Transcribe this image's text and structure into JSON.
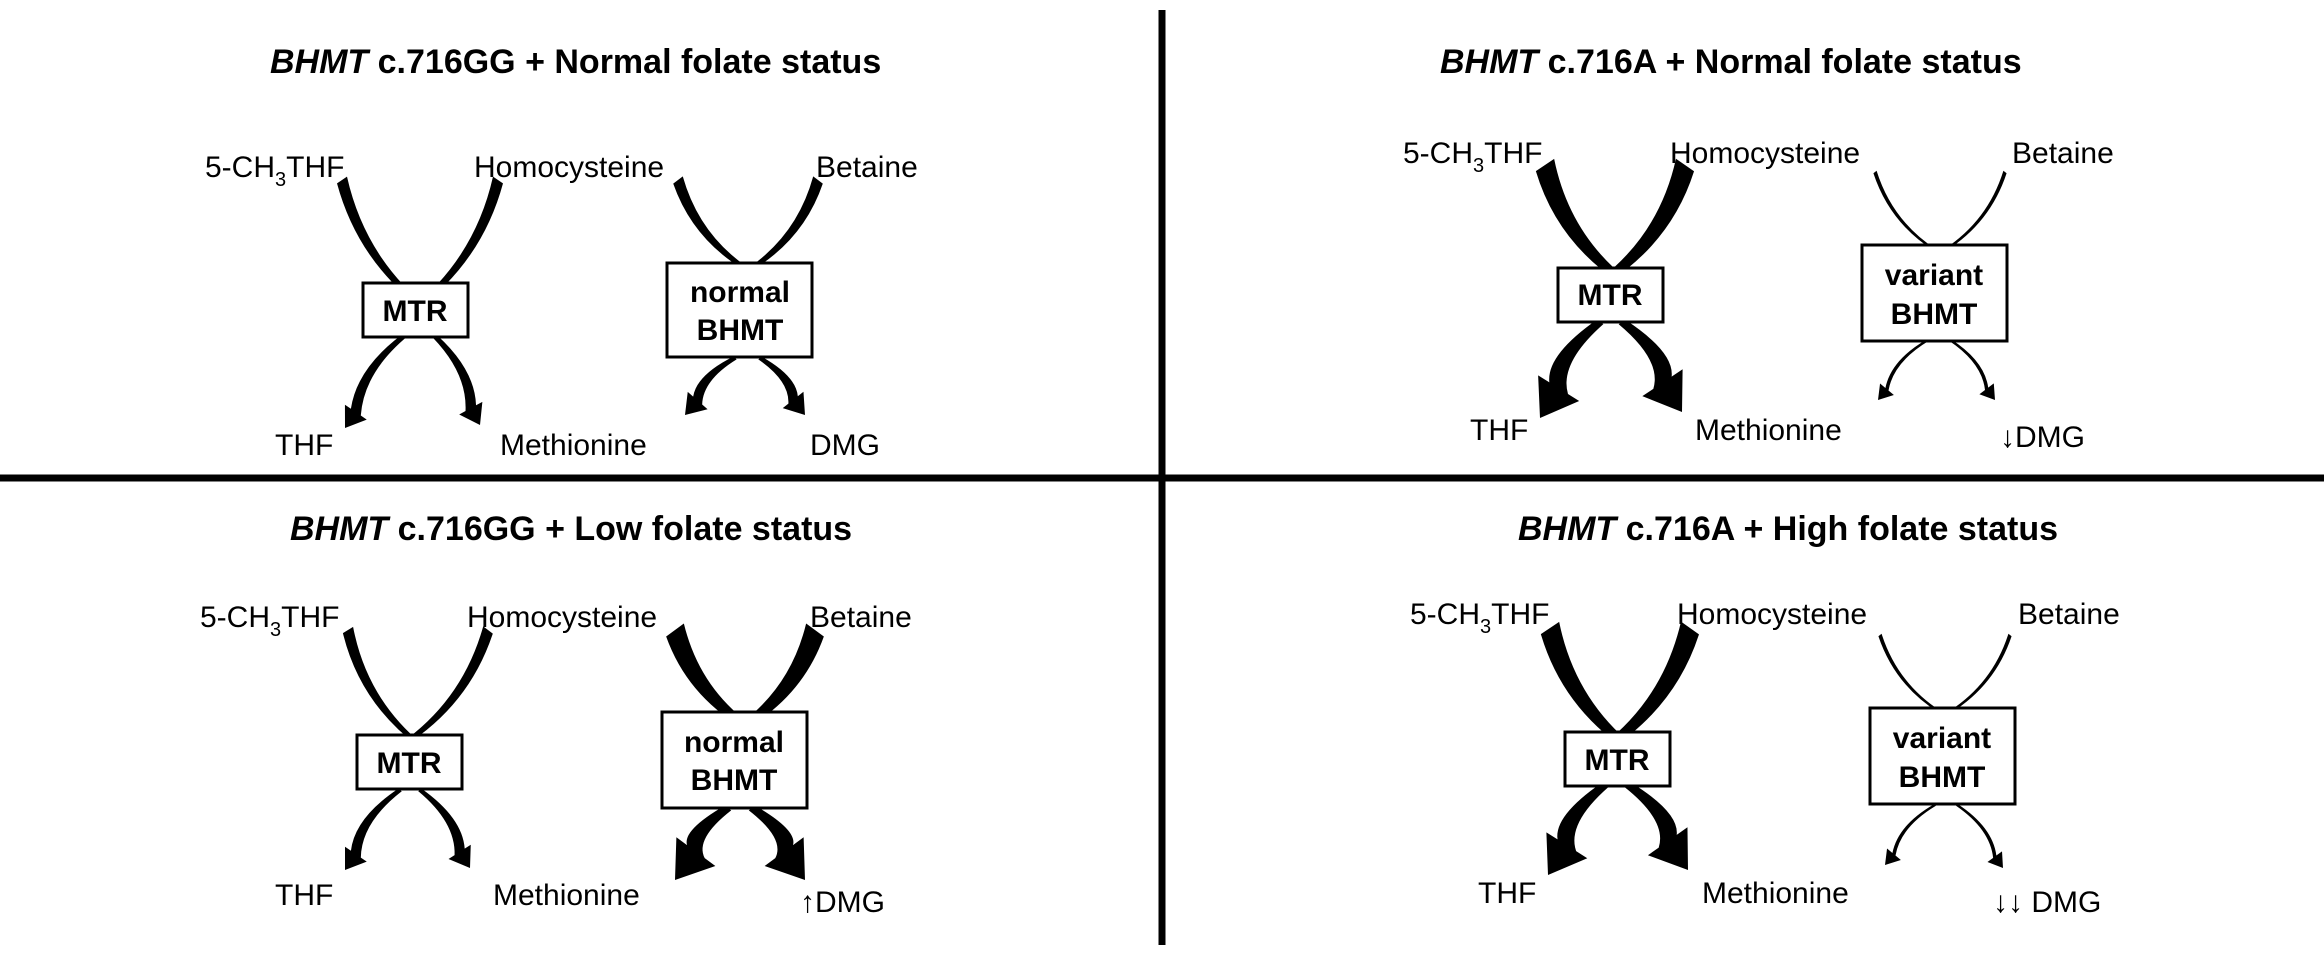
{
  "panels": [
    {
      "title_gene": "BHMT",
      "title_rest": " c.716GG + Normal folate status",
      "mtr": {
        "in_left": "5-CH",
        "in_left_sub": "3",
        "in_left_end": "THF",
        "in_right": "Homocysteine",
        "enzyme": "MTR",
        "out_left": "THF",
        "out_right": "Methionine"
      },
      "bhmt": {
        "in_right": "Betaine",
        "enzyme_line1": "normal",
        "enzyme_line2": "BHMT",
        "out_right": "DMG"
      }
    },
    {
      "title_gene": "BHMT",
      "title_rest": " c.716A + Normal folate status",
      "mtr": {
        "in_left": "5-CH",
        "in_left_sub": "3",
        "in_left_end": "THF",
        "in_right": "Homocysteine",
        "enzyme": "MTR",
        "out_left": "THF",
        "out_right": "Methionine"
      },
      "bhmt": {
        "in_right": "Betaine",
        "enzyme_line1": "variant",
        "enzyme_line2": "BHMT",
        "out_right": "↓DMG"
      }
    },
    {
      "title_gene": "BHMT",
      "title_rest": " c.716GG +  Low folate status",
      "mtr": {
        "in_left": "5-CH",
        "in_left_sub": "3",
        "in_left_end": "THF",
        "in_right": "Homocysteine",
        "enzyme": "MTR",
        "out_left": "THF",
        "out_right": "Methionine"
      },
      "bhmt": {
        "in_right": "Betaine",
        "enzyme_line1": "normal",
        "enzyme_line2": "BHMT",
        "out_right": "↑DMG"
      }
    },
    {
      "title_gene": "BHMT",
      "title_rest": " c.716A + High folate status",
      "mtr": {
        "in_left": "5-CH",
        "in_left_sub": "3",
        "in_left_end": "THF",
        "in_right": "Homocysteine",
        "enzyme": "MTR",
        "out_left": "THF",
        "out_right": "Methionine"
      },
      "bhmt": {
        "in_right": "Betaine",
        "enzyme_line1": "variant",
        "enzyme_line2": "BHMT",
        "out_right": "↓↓ DMG"
      }
    }
  ],
  "flux": {
    "mtr": [
      "medium",
      "heavy",
      "medium",
      "heavy"
    ],
    "bhmt": [
      "medium",
      "light",
      "heavy",
      "light"
    ]
  }
}
